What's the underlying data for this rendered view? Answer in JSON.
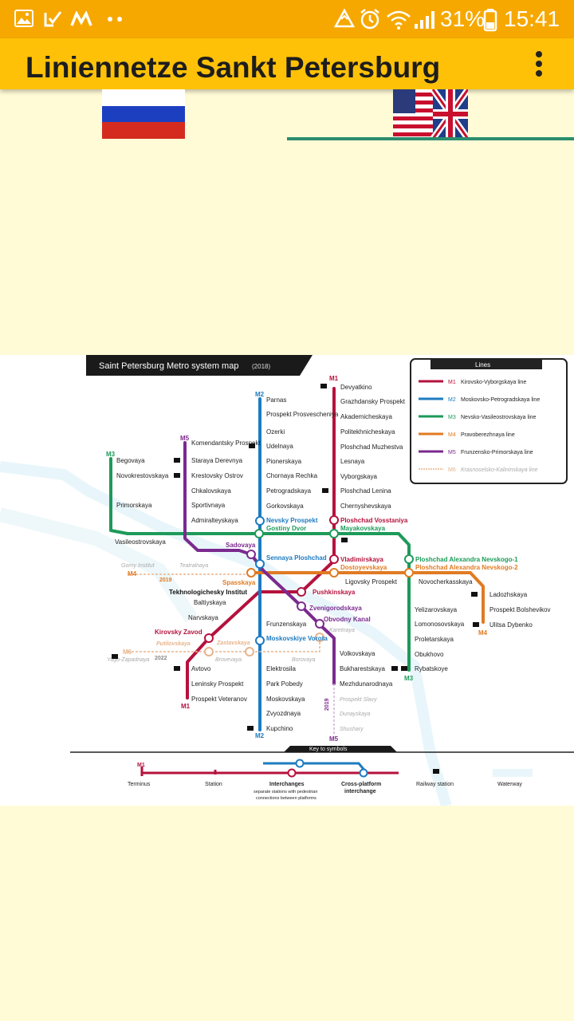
{
  "status_bar": {
    "battery_percent": "31%",
    "time": "15:41",
    "icons": [
      "gallery-icon",
      "check-icon",
      "m-logo-icon",
      "dots-icon",
      "recycle-icon",
      "alarm-icon",
      "wifi-icon",
      "signal-icon",
      "battery-icon"
    ]
  },
  "app_bar": {
    "title": "Liniennetze Sankt Petersburg",
    "menu_icon": "overflow-menu-icon"
  },
  "tabs": [
    {
      "label": "Russian",
      "icon": "russia-flag-icon",
      "selected": false
    },
    {
      "label": "English",
      "icon": "usa-uk-flag-icon",
      "selected": true
    }
  ],
  "colors": {
    "status_bar": "#f6a800",
    "app_bar": "#ffc107",
    "background": "#fffbd6",
    "tab_indicator": "#2b8c6e",
    "m1": "#b5123d",
    "m2": "#1d7bc1",
    "m3": "#1e9a5a",
    "m4": "#e07b22",
    "m5": "#7b2a8e"
  },
  "map": {
    "title": "Saint Petersburg Metro system map",
    "year": "(2018)",
    "legend_title": "Lines",
    "lines": [
      {
        "code": "M1",
        "name": "Kirovsko-Vyborgskaya line"
      },
      {
        "code": "M2",
        "name": "Moskovsko-Petrogradskaya line"
      },
      {
        "code": "M3",
        "name": "Nevsko-Vasileostrovskaya line"
      },
      {
        "code": "M4",
        "name": "Pravoberezhnaya line"
      },
      {
        "code": "M5",
        "name": "Frunzensko-Primorskaya line"
      },
      {
        "code": "M6",
        "name": "Krasnoselsko-Kalininskaya line"
      }
    ],
    "line_labels": {
      "m1": "M1",
      "m2": "M2",
      "m3": "M3",
      "m4": "M4",
      "m5": "M5",
      "m6": "M6"
    },
    "stations": {
      "m1_north": [
        "Devyatkino",
        "Grazhdansky Prospekt",
        "Akademicheskaya",
        "Politekhnicheskaya",
        "Ploshchad Muzhestva",
        "Lesnaya",
        "Vyborgskaya",
        "Ploshchad Lenina",
        "Chernyshevskaya"
      ],
      "m2_north": [
        "Parnas",
        "Prospekt Prosvescheniya",
        "Ozerki",
        "Udelnaya",
        "Pionerskaya",
        "Chornaya Rechka",
        "Petrogradskaya",
        "Gorkovskaya"
      ],
      "m5_north": [
        "Komendantsky Prospekt",
        "Staraya Derevnya",
        "Krestovsky Ostrov",
        "Chkalovskaya",
        "Sportivnaya",
        "Admiralteyskaya"
      ],
      "m3_west": [
        "Begovaya",
        "Novokrestovskaya",
        "Primorskaya",
        "Vasileostrovskaya"
      ],
      "interchanges": {
        "nevsky_prospekt": "Nevsky Prospekt",
        "gostiny_dvor": "Gostiny Dvor",
        "ploshchad_vosstaniya": "Ploshchad Vosstaniya",
        "mayakovskaya": "Mayakovskaya",
        "sadovaya": "Sadovaya",
        "sennaya": "Sennaya Ploshchad",
        "spasskaya": "Spasskaya",
        "vladimirskaya": "Vladimirskaya",
        "dostoyevskaya": "Dostoyevskaya",
        "pam1": "Ploshchad Alexandra Nevskogo-1",
        "pam2": "Ploshchad Alexandra Nevskogo-2",
        "tekhnologichesky": "Tekhnologichesky Institut",
        "pushkinskaya": "Pushkinskaya",
        "zvenigorodskaya": "Zvenigorodskaya",
        "obvodny": "Obvodny Kanal",
        "moskovskiye_vorota": "Moskovskiye Vorota",
        "kirovsky_zavod": "Kirovsky Zavod"
      },
      "m4_planned": [
        "Gorny Institut",
        "Teatralnaya",
        "2019"
      ],
      "center_extra": [
        "Ligovsky Prospekt",
        "Novocherkasskaya",
        "Baltiyskaya",
        "Narvskaya",
        "Frunzenskaya",
        "Karetnaya"
      ],
      "m4_east": [
        "Ladozhskaya",
        "Prospekt Bolshevikov",
        "Ulitsa Dybenko"
      ],
      "m3_south": [
        "Yelizarovskaya",
        "Lomonosovskaya",
        "Proletarskaya",
        "Obukhovo",
        "Rybatskoye"
      ],
      "m6_planned": [
        "Putilovskaya",
        "Zastavskaya",
        "Yugo-Zapadnaya",
        "2022",
        "Brovevaya",
        "Borovaya"
      ],
      "m1_south": [
        "Avtovo",
        "Leninsky Prospekt",
        "Prospekt Veteranov"
      ],
      "m2_south": [
        "Elektrosila",
        "Park Pobedy",
        "Moskovskaya",
        "Zvyozdnaya",
        "Kupchino"
      ],
      "m5_south": [
        "Volkovskaya",
        "Bukharestskaya",
        "Mezhdunarodnaya",
        "Prospekt Slavy",
        "Dunayskaya",
        "Shushary",
        "2019"
      ]
    },
    "key": {
      "title": "Key to symbols",
      "items": [
        "Terminus",
        "Station",
        "Interchanges",
        "Cross-platform interchange",
        "Railway station",
        "Waterway"
      ],
      "interchange_note1": "separate stations with pedestrian",
      "interchange_note2": "connections between platforms"
    }
  }
}
